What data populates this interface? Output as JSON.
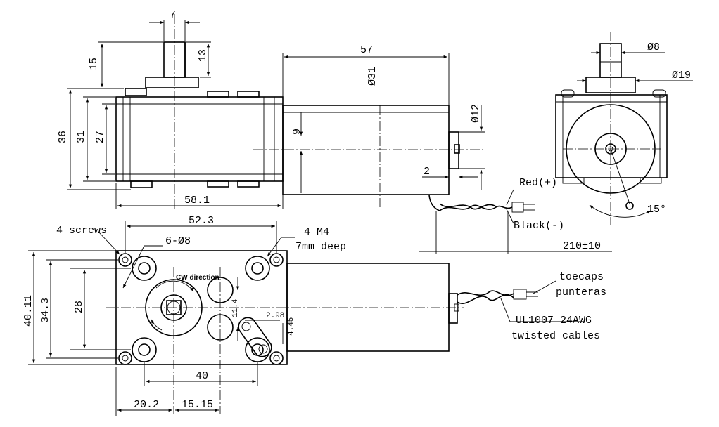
{
  "top_view": {
    "shaft_width": "7",
    "shaft_height_total": "15",
    "shaft_flat": "13",
    "height_36": "36",
    "height_31": "31",
    "height_27": "27",
    "motor_length": "57",
    "motor_diameter": "Ø31",
    "boss_diameter": "Ø12",
    "dim_9": "9",
    "dim_2": "2",
    "gearbox_length": "58.1"
  },
  "side_view": {
    "shaft_diameter": "Ø8",
    "body_diameter": "Ø19",
    "angle": "15°"
  },
  "wires": {
    "red_label": "Red(+)",
    "black_label": "Black(-)",
    "length": "210±10",
    "toecaps": "toecaps",
    "punteras": "punteras",
    "cable_type": "UL1007 24AWG",
    "twisted": "twisted cables"
  },
  "front_view": {
    "screws": "4 screws",
    "width_52": "52.3",
    "holes": "6-Ø8",
    "threads": "4 M4",
    "thread_depth": "7mm deep",
    "cw_direction": "CW direction",
    "height_40": "40.11",
    "height_34": "34.3",
    "height_28": "28",
    "dim_11": "11.4",
    "dim_298": "2.98",
    "dim_445": "4.45",
    "dim_40": "40",
    "dim_202": "20.2",
    "dim_1515": "15.15"
  }
}
